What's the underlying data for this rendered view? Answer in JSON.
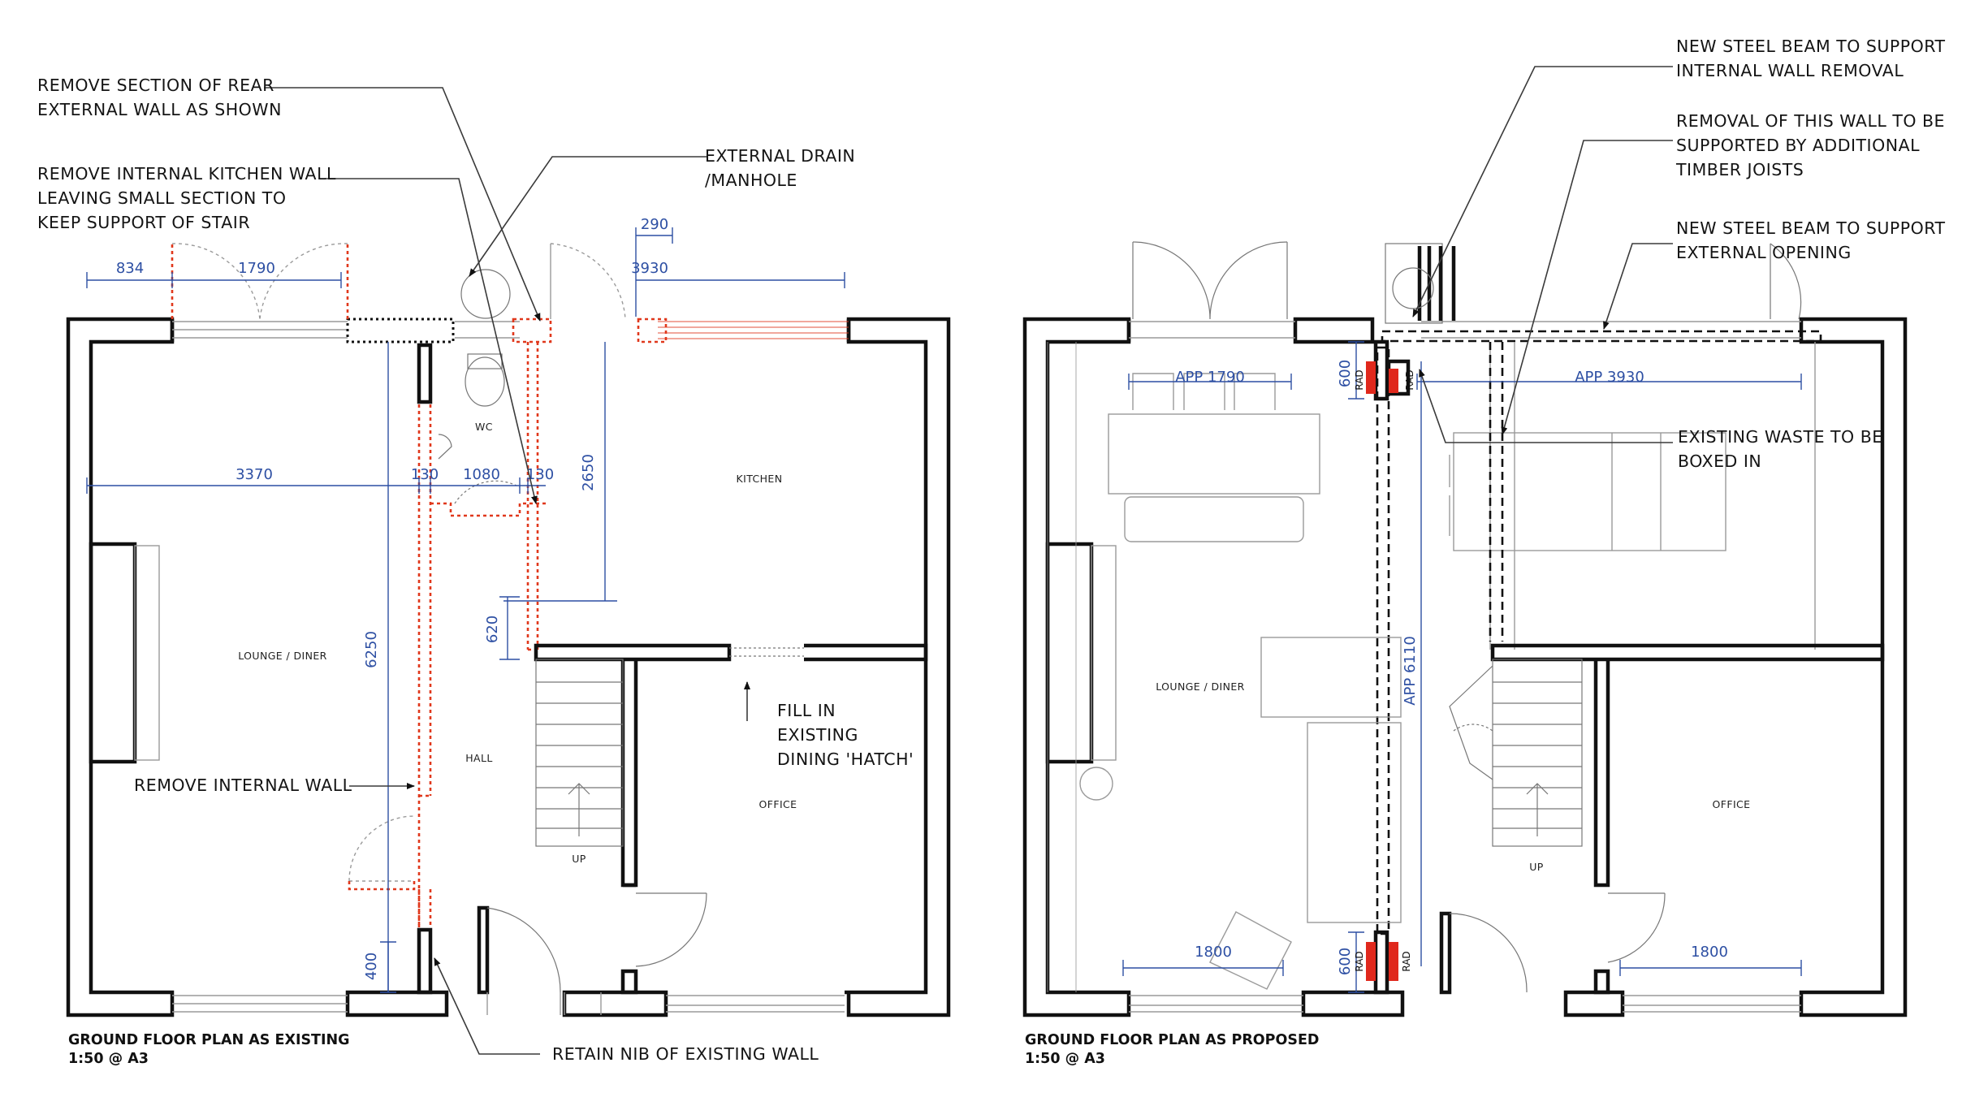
{
  "existing": {
    "title": "GROUND FLOOR PLAN AS EXISTING",
    "scale": "1:50 @ A3",
    "rooms": {
      "lounge": "LOUNGE / DINER",
      "wc": "WC",
      "kitchen": "KITCHEN",
      "hall": "HALL",
      "office": "OFFICE",
      "up": "UP"
    },
    "notes": {
      "rear_wall_1": "REMOVE SECTION OF REAR",
      "rear_wall_2": "EXTERNAL WALL AS SHOWN",
      "kitchen_wall_1": "REMOVE INTERNAL KITCHEN WALL",
      "kitchen_wall_2": "LEAVING SMALL SECTION TO",
      "kitchen_wall_3": "KEEP SUPPORT OF STAIR",
      "drain_1": "EXTERNAL DRAIN",
      "drain_2": "/MANHOLE",
      "remove_internal": "REMOVE INTERNAL WALL",
      "hatch_1": "FILL IN",
      "hatch_2": "EXISTING",
      "hatch_3": "DINING 'HATCH'",
      "nib": "RETAIN NIB OF EXISTING WALL"
    },
    "dims": {
      "d834": "834",
      "d1790": "1790",
      "d290": "290",
      "d3930": "3930",
      "d3370": "3370",
      "d130a": "130",
      "d1080": "1080",
      "d130b": "130",
      "d2650": "2650",
      "d620": "620",
      "d6250": "6250",
      "d400": "400"
    }
  },
  "proposed": {
    "title": "GROUND FLOOR PLAN AS PROPOSED",
    "scale": "1:50 @ A3",
    "rooms": {
      "lounge": "LOUNGE / DINER",
      "office": "OFFICE",
      "up": "UP"
    },
    "notes": {
      "beam_int_1": "NEW STEEL BEAM TO SUPPORT",
      "beam_int_2": "INTERNAL WALL REMOVAL",
      "removal_1": "REMOVAL OF THIS WALL TO BE",
      "removal_2": "SUPPORTED BY ADDITIONAL",
      "removal_3": "TIMBER JOISTS",
      "beam_ext_1": "NEW STEEL BEAM TO SUPPORT",
      "beam_ext_2": "EXTERNAL OPENING",
      "waste_1": "EXISTING WASTE TO BE",
      "waste_2": "BOXED IN"
    },
    "dims": {
      "app1790": "APP 1790",
      "app3930": "APP 3930",
      "d600a": "600",
      "d600b": "600",
      "app6110": "APP 6110",
      "d1800a": "1800",
      "d1800b": "1800"
    },
    "rad_labels": [
      "RAD",
      "RAD",
      "RAD",
      "RAD"
    ]
  },
  "colors": {
    "wall": "#111111",
    "demolition": "#e0381c",
    "dimension": "#2d4fa3",
    "radiator": "#e0281c"
  }
}
